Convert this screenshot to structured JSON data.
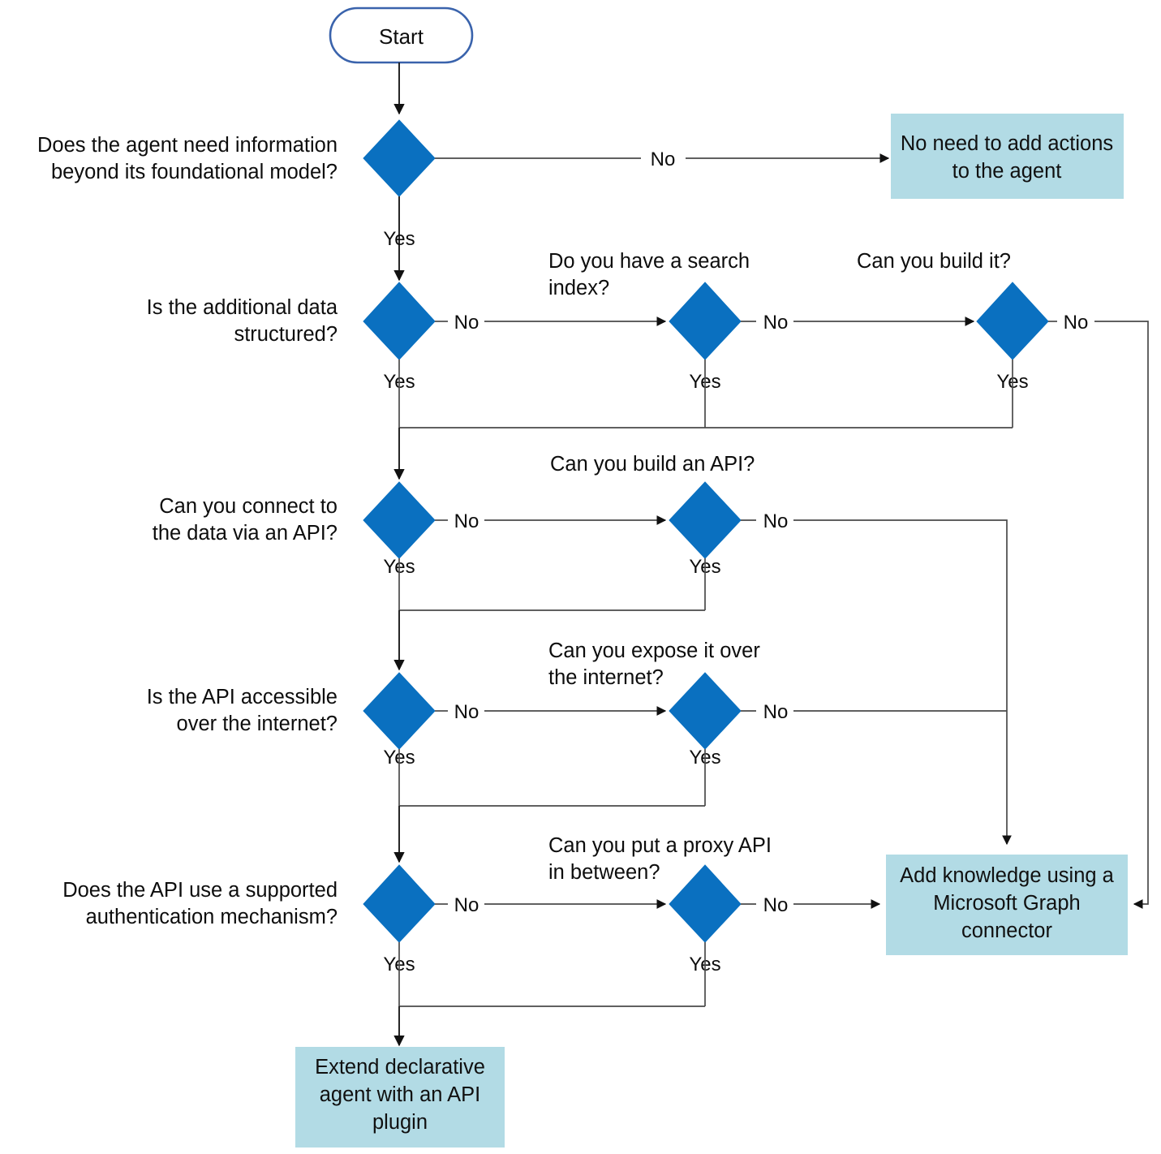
{
  "diagram": {
    "title": "Agent extensibility decision flowchart",
    "colors": {
      "decision_fill": "#0A70C0",
      "process_fill": "#B2DBE5",
      "start_stroke": "#3A63AC",
      "connector": "#4a4a4a",
      "text": "#0d0d0d"
    },
    "start": {
      "label": "Start"
    },
    "decisions": [
      {
        "id": "need-info",
        "label": "Does the agent need information beyond its foundational model?",
        "label_line1": "Does the agent need information",
        "label_line2": "beyond its foundational model?",
        "yes_label": "Yes",
        "no_label": "No"
      },
      {
        "id": "data-structured",
        "label": "Is the additional data structured?",
        "label_line1": "Is the additional data",
        "label_line2": "structured?",
        "yes_label": "Yes",
        "no_label": "No"
      },
      {
        "id": "have-search-index",
        "label": "Do you have a search index?",
        "label_line1": "Do you have a search",
        "label_line2": "index?",
        "yes_label": "Yes",
        "no_label": "No"
      },
      {
        "id": "can-build-it",
        "label": "Can you build it?",
        "label_line1": "Can you build it?",
        "label_line2": "",
        "yes_label": "Yes",
        "no_label": "No"
      },
      {
        "id": "connect-via-api",
        "label": "Can you connect to the data via an API?",
        "label_line1": "Can you connect to",
        "label_line2": "the data via an API?",
        "yes_label": "Yes",
        "no_label": "No"
      },
      {
        "id": "can-build-api",
        "label": "Can you build an API?",
        "label_line1": "Can you build an API?",
        "label_line2": "",
        "yes_label": "Yes",
        "no_label": "No"
      },
      {
        "id": "api-accessible",
        "label": "Is the API accessible over the internet?",
        "label_line1": "Is the API accessible",
        "label_line2": "over the internet?",
        "yes_label": "Yes",
        "no_label": "No"
      },
      {
        "id": "expose-over-internet",
        "label": "Can you expose it over the internet?",
        "label_line1": "Can you expose it over",
        "label_line2": "the internet?",
        "yes_label": "Yes",
        "no_label": "No"
      },
      {
        "id": "supported-auth",
        "label": "Does the API use a supported authentication mechanism?",
        "label_line1": "Does the API use a supported",
        "label_line2": "authentication mechanism?",
        "yes_label": "Yes",
        "no_label": "No"
      },
      {
        "id": "proxy-api",
        "label": "Can you put a proxy API in between?",
        "label_line1": "Can you put a proxy API",
        "label_line2": "in between?",
        "yes_label": "Yes",
        "no_label": "No"
      }
    ],
    "outcomes": [
      {
        "id": "no-actions",
        "label": "No need to add actions to the agent",
        "label_line1": "No need to add actions",
        "label_line2": "to the agent",
        "label_line3": ""
      },
      {
        "id": "graph-connector",
        "label": "Add knowledge using a Microsoft Graph connector",
        "label_line1": "Add knowledge using a",
        "label_line2": "Microsoft Graph",
        "label_line3": "connector"
      },
      {
        "id": "api-plugin",
        "label": "Extend declarative agent with an API plugin",
        "label_line1": "Extend declarative",
        "label_line2": "agent with an API",
        "label_line3": "plugin"
      }
    ]
  }
}
